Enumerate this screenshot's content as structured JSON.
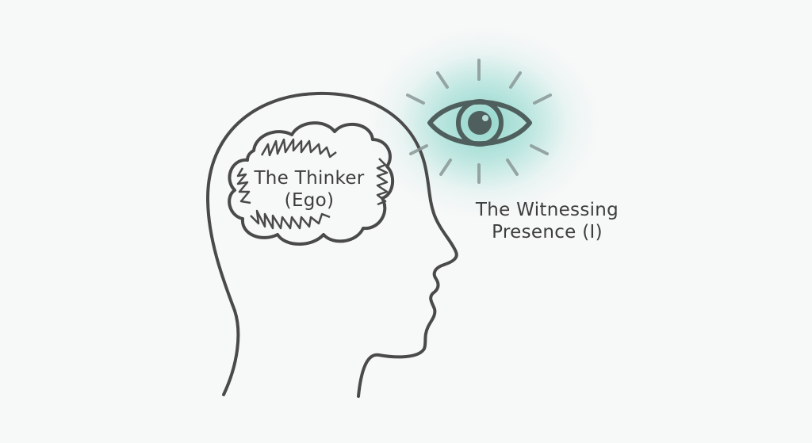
{
  "diagram": {
    "nodes": [
      {
        "id": "thinker",
        "shape": "scribbled-thought-cloud",
        "line1": "The Thinker",
        "line2": "(Ego)",
        "location": "inside head"
      },
      {
        "id": "witness",
        "shape": "eye-with-rays",
        "line1": "The Witnessing",
        "line2": "Presence (I)",
        "location": "above and outside head"
      }
    ],
    "figure": "head-silhouette-profile-facing-right",
    "colors": {
      "line": "#4a4a4a",
      "eye": "#4f5f5d",
      "rays": "#8a9896",
      "glow": "#80d0c4",
      "background": "#f7f8f8"
    }
  }
}
